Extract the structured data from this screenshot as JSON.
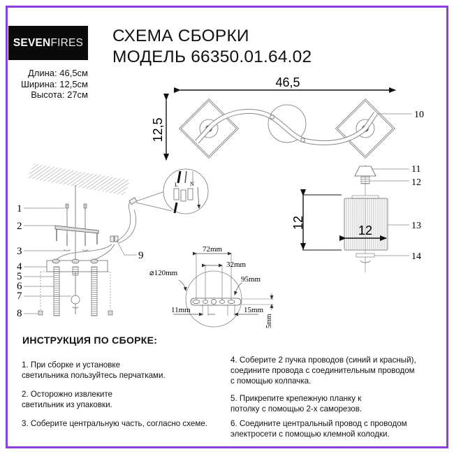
{
  "colors": {
    "frame": "#8b3fdc",
    "logo_bg": "#0a0a0a",
    "text": "#111111",
    "line": "#555555"
  },
  "logo": {
    "bold": "SEVEN",
    "light": "FIRES"
  },
  "specs": {
    "length": "Длина: 46,5см",
    "width": "Ширина: 12,5см",
    "height": "Высота: 27см"
  },
  "title": {
    "line1": "СХЕМА СБОРКИ",
    "line2": "МОДЕЛЬ 66350.01.64.02"
  },
  "top_view": {
    "length_dim": "46,5",
    "width_dim": "12,5",
    "callout": "10"
  },
  "exploded_view": {
    "callouts": [
      "1",
      "2",
      "3",
      "4",
      "5",
      "6",
      "7",
      "8",
      "9"
    ],
    "terminal_labels": {
      "live": "L",
      "neutral": "N"
    }
  },
  "mounting_plate": {
    "diameter": "⌀120mm",
    "dim_72": "72mm",
    "dim_32": "32mm",
    "dim_95": "95mm",
    "dim_11": "11mm",
    "dim_15": "15mm",
    "dim_5": "5mm"
  },
  "shade_view": {
    "height_dim": "12",
    "width_dim": "12",
    "callouts": [
      "11",
      "12",
      "13",
      "14"
    ]
  },
  "instructions": {
    "heading": "ИНСТРУКЦИЯ ПО СБОРКЕ:",
    "steps": [
      "1. При сборке и установке\nсветильника пользуйтесь перчатками.",
      "2. Осторожно извлеките\nсветильник из упаковки.",
      "3. Соберите центральную часть, согласно схеме.",
      "4. Соберите 2 пучка проводов (синий и красный),\nсоедините провода с соединительным проводом\nс помощью колпачка.",
      "5. Прикрепите крепежную планку к\nпотолку с помощью 2-х саморезов.",
      "6. Соедините центральный провод с проводом\nэлектросети с помощью клемной колодки."
    ]
  }
}
